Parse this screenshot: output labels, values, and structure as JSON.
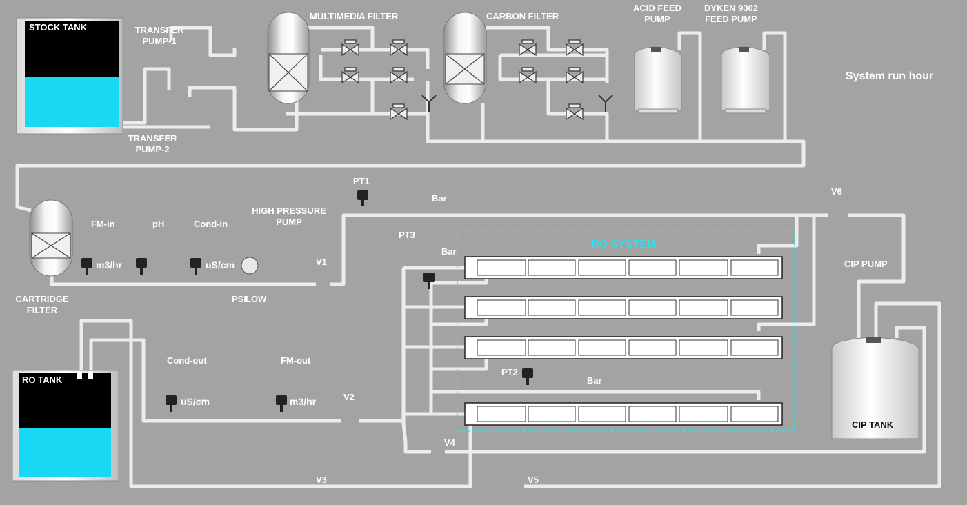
{
  "labels": {
    "stock_tank": "STOCK TANK",
    "transfer_pump_1": "TRANSFER\nPUMP-1",
    "transfer_pump_2": "TRANSFER\nPUMP-2",
    "multimedia_filter": "MULTIMEDIA FILTER",
    "carbon_filter": "CARBON FILTER",
    "acid_feed_pump": "ACID FEED\nPUMP",
    "dyken_feed_pump": "DYKEN 9302\nFEED PUMP",
    "system_run_hour": "System run hour",
    "cartridge_filter": "CARTRIDGE\nFILTER",
    "fm_in": "FM-in",
    "ph": "pH",
    "cond_in": "Cond-in",
    "high_pressure_pump": "HIGH PRESSURE\nPUMP",
    "pt1": "PT1",
    "bar_pt1": "Bar",
    "pt3": "PT3",
    "bar_pt3": "Bar",
    "pt2": "PT2",
    "bar_pt2": "Bar",
    "v1": "V1",
    "v2": "V2",
    "v3": "V3",
    "v4": "V4",
    "v5": "V5",
    "v6": "V6",
    "fm_in_unit": "m3/hr",
    "cond_in_unit": "uS/cm",
    "psl": "PSL",
    "low": "LOW",
    "ro_system": "RO SYSTEM",
    "cip_pump": "CIP PUMP",
    "cip_tank": "CIP TANK",
    "ro_tank": "RO TANK",
    "cond_out": "Cond-out",
    "fm_out": "FM-out",
    "cond_out_unit": "uS/cm",
    "fm_out_unit": "m3/hr"
  },
  "colors": {
    "background": "#a3a4a2",
    "pipe": "#f2f2f2",
    "water": "#19d8f4",
    "tank_top": "#000000",
    "ro_highlight": "#2fe0ec"
  },
  "tanks": {
    "stock_tank_level": 0.46,
    "ro_tank_level": 0.47
  }
}
